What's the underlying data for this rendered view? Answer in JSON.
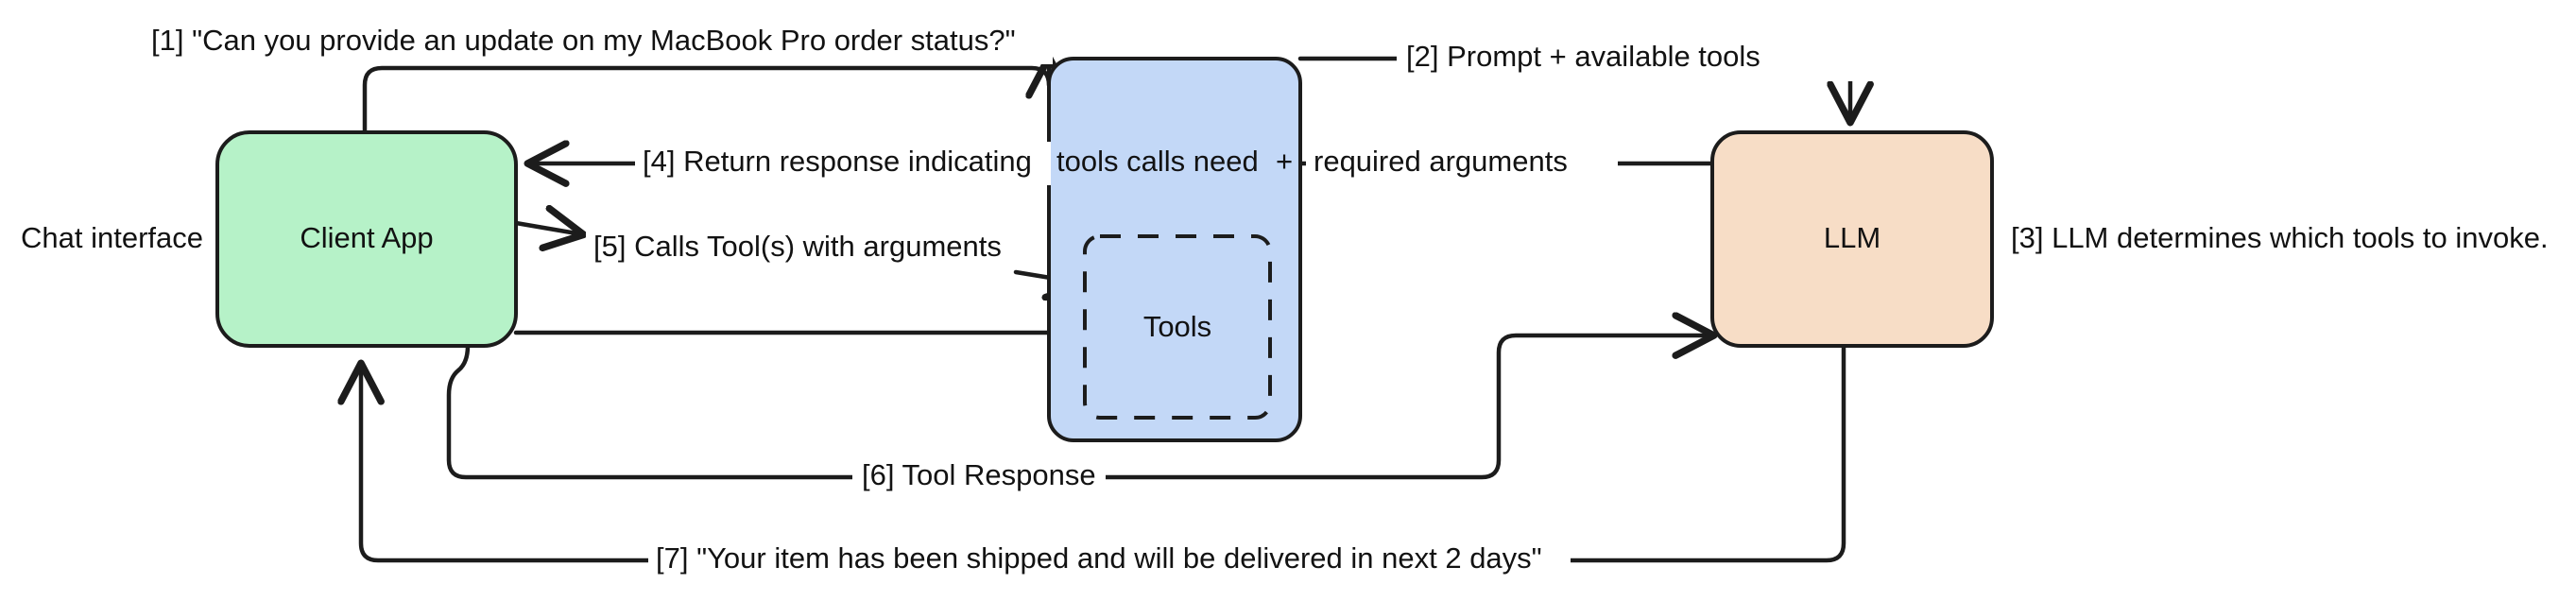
{
  "diagram": {
    "title": "LLM tool-calling sequence",
    "background": "#ffffff",
    "stroke_color": "#1c1c1c",
    "nodes": [
      {
        "id": "client-app",
        "label": "Client App",
        "fill": "#b6f2c8",
        "style": "rounded-solid"
      },
      {
        "id": "tools-container",
        "label": "",
        "fill": "#c3d8f7",
        "style": "rounded-solid"
      },
      {
        "id": "tools",
        "label": "Tools",
        "fill": "none",
        "style": "rounded-dashed"
      },
      {
        "id": "llm",
        "label": "LLM",
        "fill": "#f7ddc6",
        "style": "rounded-solid"
      }
    ],
    "annotations": [
      {
        "id": "chat-interface-note",
        "text": "Chat interface"
      },
      {
        "id": "llm-note",
        "text": "[3] LLM determines which tools to invoke."
      }
    ],
    "edges": [
      {
        "id": "edge-1",
        "step": "[1]",
        "label": "[1] \"Can you provide an update on my MacBook Pro order status?\"",
        "from": "client-app",
        "to": "tools-container"
      },
      {
        "id": "edge-2",
        "step": "[2]",
        "label": "[2] Prompt + available tools",
        "from": "tools-container",
        "to": "llm"
      },
      {
        "id": "edge-4a",
        "step": "[4]",
        "label": "[4] Return response indicating",
        "from": "llm",
        "to": "client-app"
      },
      {
        "id": "edge-4b",
        "step": "[4]",
        "label": "tools calls need",
        "from": "llm",
        "to": "client-app"
      },
      {
        "id": "edge-4c",
        "step": "[4]",
        "label": "+",
        "from": "llm",
        "to": "client-app"
      },
      {
        "id": "edge-4d",
        "step": "[4]",
        "label": "required arguments",
        "from": "llm",
        "to": "client-app"
      },
      {
        "id": "edge-5",
        "step": "[5]",
        "label": "[5] Calls Tool(s) with arguments",
        "from": "client-app",
        "to": "tools"
      },
      {
        "id": "edge-6",
        "step": "[6]",
        "label": "[6] Tool Response",
        "from": "client-app",
        "to": "llm"
      },
      {
        "id": "edge-7",
        "step": "[7]",
        "label": "[7] \"Your item has been shipped and will be delivered in next 2 days\"",
        "from": "llm",
        "to": "client-app"
      }
    ]
  }
}
